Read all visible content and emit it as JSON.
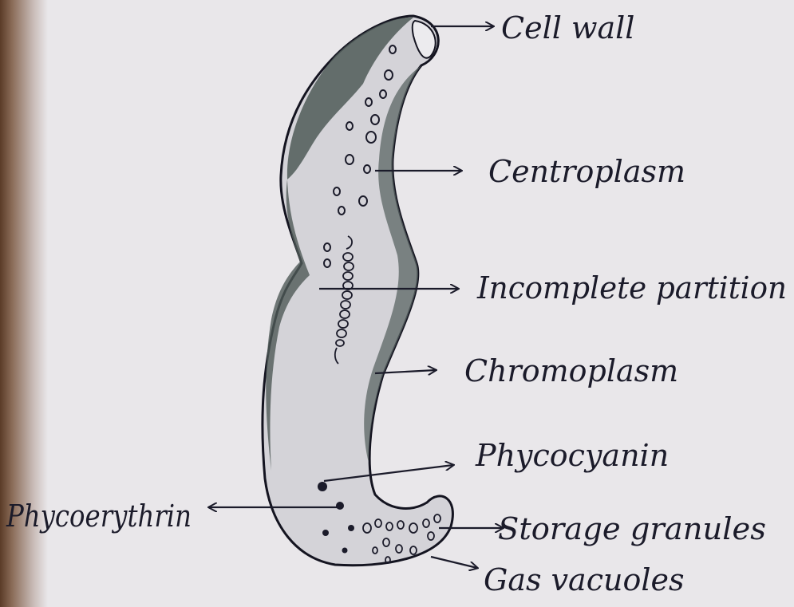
{
  "labels": {
    "cell_wall": "Cell wall",
    "centroplasm": "Centroplasm",
    "incomplete_partition": "Incomplete partition",
    "chromoplasm": "Chromoplasm",
    "phycocyanin": "Phycocyanin",
    "phycoerythrin": "Phycoerythrin",
    "storage_granules": "Storage granules",
    "gas_vacuoles": "Gas vacuoles"
  },
  "colors": {
    "paper": "#e9e7ea",
    "ink": "#1b1b2a",
    "cell_fill": "#d4d3d8",
    "chromoplasm_shade": "#4f5a58"
  }
}
